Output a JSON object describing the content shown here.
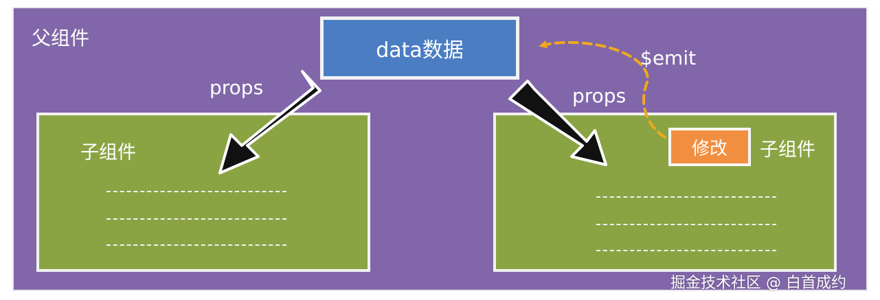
{
  "parent": {
    "label": "父组件"
  },
  "data_box": {
    "label": "data数据"
  },
  "arrows": {
    "props_left": "props",
    "props_right": "props",
    "emit": "$emit"
  },
  "left_child": {
    "label": "子组件"
  },
  "right_child": {
    "label": "子组件",
    "modify_button": "修改"
  },
  "watermark": "掘金技术社区 @ 白首成约",
  "colors": {
    "parent_bg": "#8167a9",
    "data_box_bg": "#4a7dc2",
    "child_bg": "#8aa444",
    "modify_bg": "#f28e3f",
    "emit_arrow": "#f1a81c"
  }
}
